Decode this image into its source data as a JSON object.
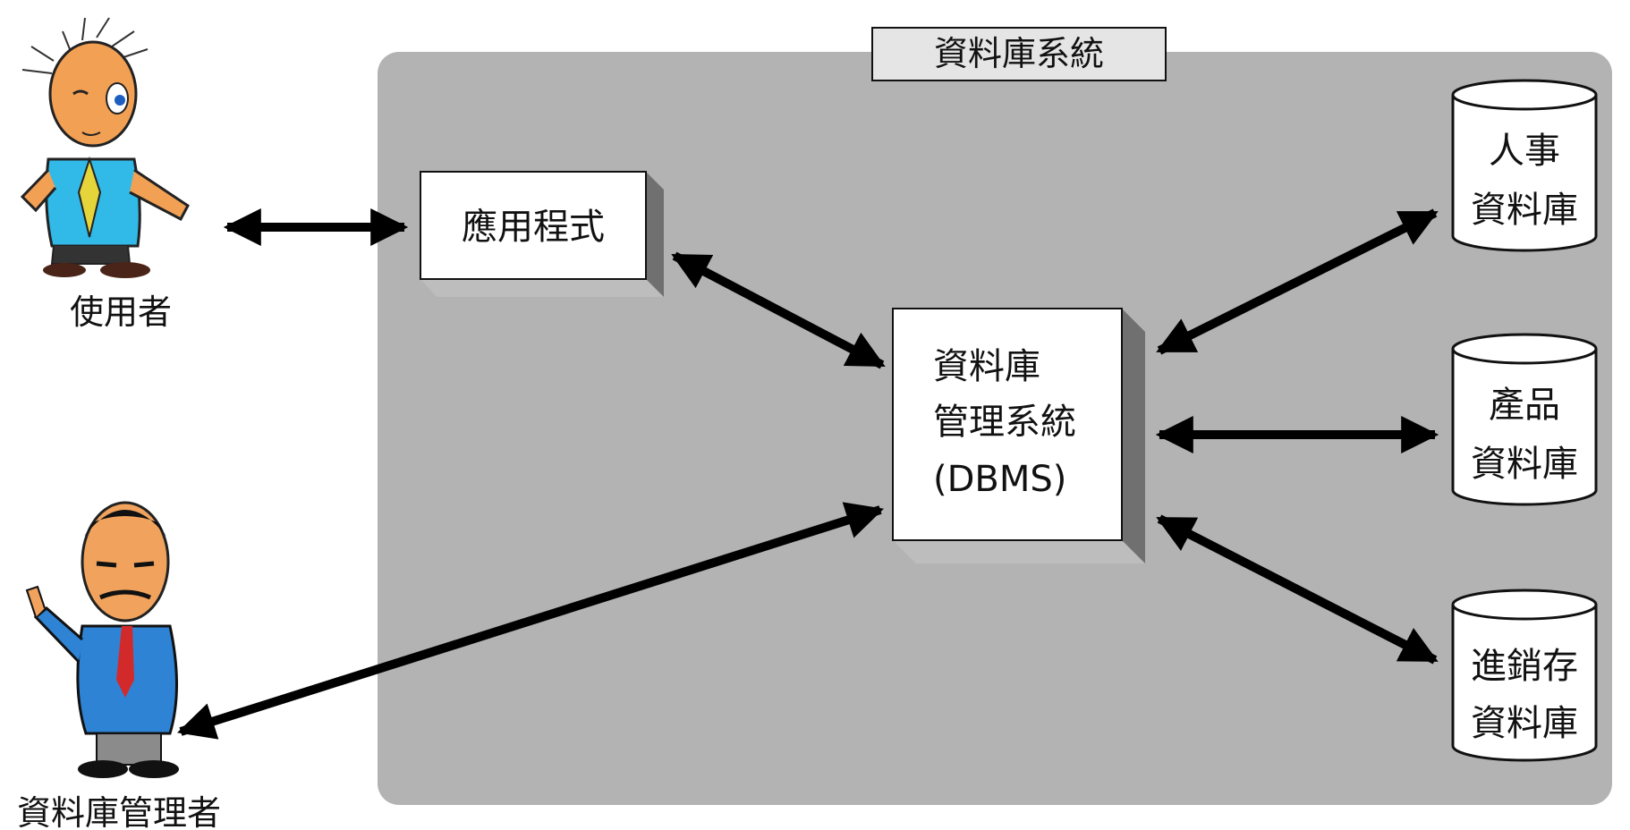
{
  "system": {
    "title": "資料庫系統"
  },
  "actors": {
    "user": {
      "label": "使用者",
      "icon": "user-cartoon-icon"
    },
    "admin": {
      "label": "資料庫管理者",
      "icon": "dba-cartoon-icon"
    }
  },
  "application": {
    "label": "應用程式"
  },
  "dbms": {
    "lines": [
      "資料庫",
      "管理系統",
      "(DBMS)"
    ]
  },
  "databases": [
    {
      "lines": [
        "人事",
        "資料庫"
      ]
    },
    {
      "lines": [
        "產品",
        "資料庫"
      ]
    },
    {
      "lines": [
        "進銷存",
        "資料庫"
      ]
    }
  ],
  "colors": {
    "system_background": "#b3b3b3",
    "box_fill": "#ffffff",
    "box_side": "#707070",
    "box_bottom": "#bdbdbd",
    "arrow": "#000000",
    "title_fill": "#e5e5e5"
  }
}
